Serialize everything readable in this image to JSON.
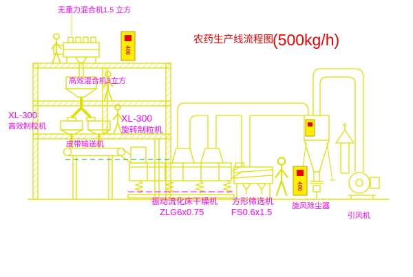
{
  "colors": {
    "background": "#ffffff",
    "line": "#e0e000",
    "label": "#ff00ff",
    "title": "#ee0000",
    "panel_fill": "#ffee00",
    "panel_border": "#cc9900",
    "green_dash": "#00aa22"
  },
  "title": {
    "name": "农药生产线流程图",
    "capacity": "(500kg/h)"
  },
  "equipment_labels": {
    "gravity_mixer": "无重力混合机1.5 立方",
    "high_efficiency_mixer": "高效混合机3立方",
    "granulator_left_model": "XL-300",
    "granulator_left_name": "高效制粒机",
    "granulator_right_model": "XL-300",
    "granulator_right_name": "旋转制粒机",
    "belt_conveyor": "皮带输送机",
    "fluid_bed_dryer_name": "振动流化床干燥机",
    "fluid_bed_dryer_model": "ZLG6x0.75",
    "square_sieve_name": "方形筛选机",
    "square_sieve_model": "FS0.6x1.5",
    "cyclone": "旋风除尘器",
    "induced_draft_fan": "引风机"
  },
  "panels": {
    "top_panel_text": "400",
    "right_panel_text": "400"
  }
}
